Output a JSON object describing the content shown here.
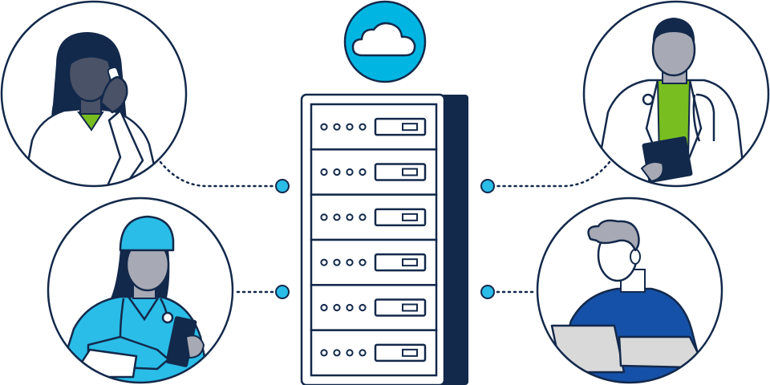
{
  "colors": {
    "navy": "#13294b",
    "cyan": "#00b5e2",
    "cyan_light": "#29bde8",
    "green": "#78be20",
    "royal": "#1551a8",
    "skin": "#a7a9b4",
    "skin_dark": "#4a5268",
    "grey_light": "#d9d9d9",
    "white": "#ffffff"
  },
  "diagram": {
    "central_icon": "server-rack-icon",
    "cloud_icon": "cloud-icon",
    "rack_units": 6,
    "people": [
      {
        "id": "caller",
        "icon": "woman-on-phone-icon",
        "side": "left",
        "row": "top"
      },
      {
        "id": "nurse",
        "icon": "nurse-with-tablet-icon",
        "side": "left",
        "row": "bottom"
      },
      {
        "id": "doctor",
        "icon": "doctor-with-tablet-icon",
        "side": "right",
        "row": "top"
      },
      {
        "id": "laptop-user",
        "icon": "man-with-laptop-icon",
        "side": "right",
        "row": "bottom"
      }
    ]
  }
}
